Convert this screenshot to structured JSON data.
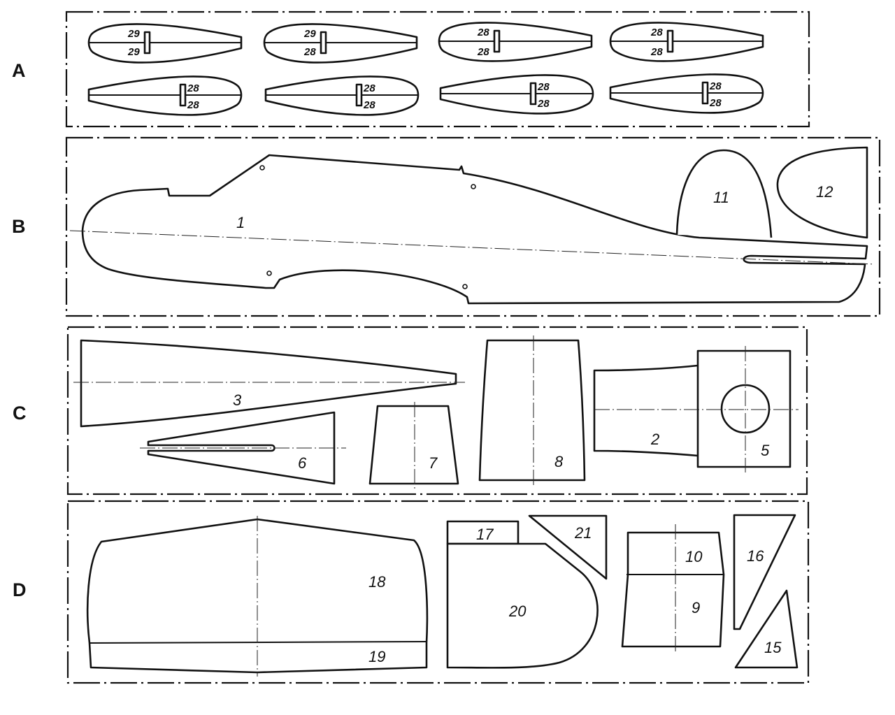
{
  "sections": {
    "a": "A",
    "b": "B",
    "c": "C",
    "d": "D"
  },
  "ribs": [
    {
      "top": "29",
      "bottom": "29"
    },
    {
      "top": "29",
      "bottom": "28"
    },
    {
      "top": "28",
      "bottom": "28"
    },
    {
      "top": "28",
      "bottom": "28"
    },
    {
      "top": "28",
      "bottom": "28"
    },
    {
      "top": "28",
      "bottom": "28"
    },
    {
      "top": "28",
      "bottom": "28"
    },
    {
      "top": "28",
      "bottom": "28"
    }
  ],
  "parts": {
    "p1": "1",
    "p2": "2",
    "p3": "3",
    "p5": "5",
    "p6": "6",
    "p7": "7",
    "p8": "8",
    "p9": "9",
    "p10": "10",
    "p11": "11",
    "p12": "12",
    "p15": "15",
    "p16": "16",
    "p17": "17",
    "p18": "18",
    "p19": "19",
    "p20": "20",
    "p21": "21"
  }
}
